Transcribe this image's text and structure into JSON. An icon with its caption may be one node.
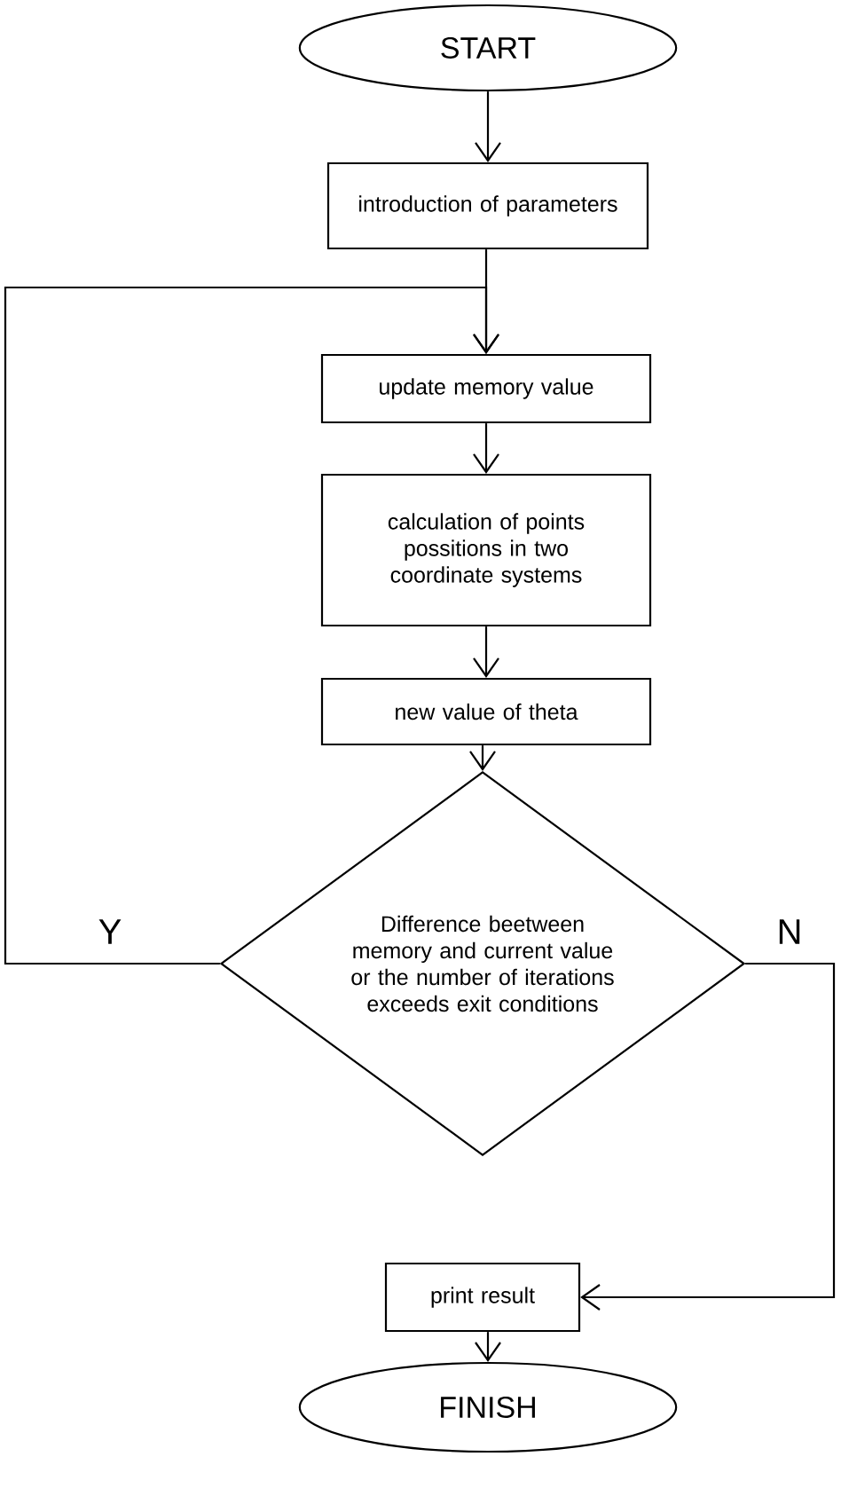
{
  "diagram": {
    "nodes": [
      {
        "text": [
          "START"
        ]
      },
      {
        "text": [
          "introduction of parameters"
        ]
      },
      {
        "text": [
          "update memory value"
        ]
      },
      {
        "text": [
          "calculation of points possitions in two coordinate systems"
        ]
      },
      {
        "text": [
          "new value of theta"
        ]
      },
      {
        "text": [
          "Difference beetween memory and current value or the number of iterations exceeds exit conditions"
        ]
      },
      {
        "text": [
          "print result"
        ]
      },
      {
        "text": [
          "FINISH"
        ]
      }
    ],
    "edges": [
      {
        "from": 0,
        "to": 1,
        "arrow": "to"
      },
      {
        "from": 1,
        "to": 2,
        "arrow": "to"
      },
      {
        "from": 2,
        "to": 3,
        "arrow": "to"
      },
      {
        "from": 3,
        "to": 4,
        "arrow": "to"
      },
      {
        "from": 4,
        "to": 5,
        "arrow": "to"
      },
      {
        "from": 5,
        "to": 2,
        "arrow": "to",
        "label": "Y"
      },
      {
        "from": 5,
        "to": 6,
        "arrow": "to",
        "label": "N"
      },
      {
        "from": 6,
        "to": 7,
        "arrow": "to"
      }
    ]
  }
}
